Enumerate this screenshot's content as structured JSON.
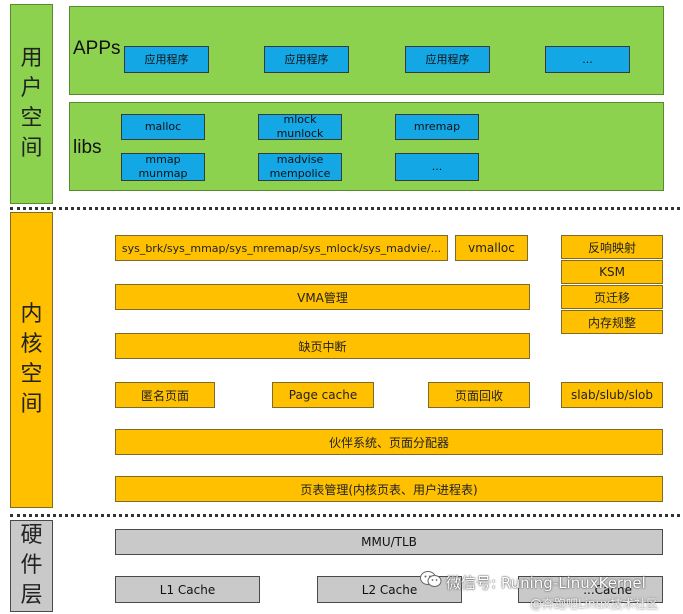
{
  "side_labels": {
    "user_space": "用户\n空间",
    "kernel_space": "内核\n空间",
    "hardware": "硬件\n层"
  },
  "user": {
    "apps_label": "APPs",
    "libs_label": "libs",
    "apps": [
      "应用程序",
      "应用程序",
      "应用程序",
      "..."
    ],
    "libs": [
      "malloc",
      "mlock\nmunlock",
      "mremap",
      "mmap\nmunmap",
      "madvise\nmempolice",
      "..."
    ]
  },
  "kernel": {
    "syscalls": "sys_brk/sys_mmap/sys_mremap/sys_mlock/sys_madvie/...",
    "vmalloc": "vmalloc",
    "vma": "VMA管理",
    "page_fault": "缺页中断",
    "anon_page": "匿名页面",
    "page_cache": "Page cache",
    "page_reclaim": "页面回收",
    "slab": "slab/slub/slob",
    "buddy": "伙伴系统、页面分配器",
    "page_table": "页表管理(内核页表、用户进程表)",
    "right_stack": [
      "反响映射",
      "KSM",
      "页迁移",
      "内存规整"
    ]
  },
  "hardware": {
    "mmu": "MMU/TLB",
    "l1": "L1 Cache",
    "l2": "L2 Cache",
    "l3": "...Cache"
  },
  "watermark": {
    "line1": "微信号: Runing-LinuxKernel",
    "line2": "@奔跑吧Linux技术社区"
  },
  "colors": {
    "green": "#8dd24f",
    "blue": "#13a7e6",
    "orange": "#ffc000",
    "gray": "#c9c9c9"
  }
}
